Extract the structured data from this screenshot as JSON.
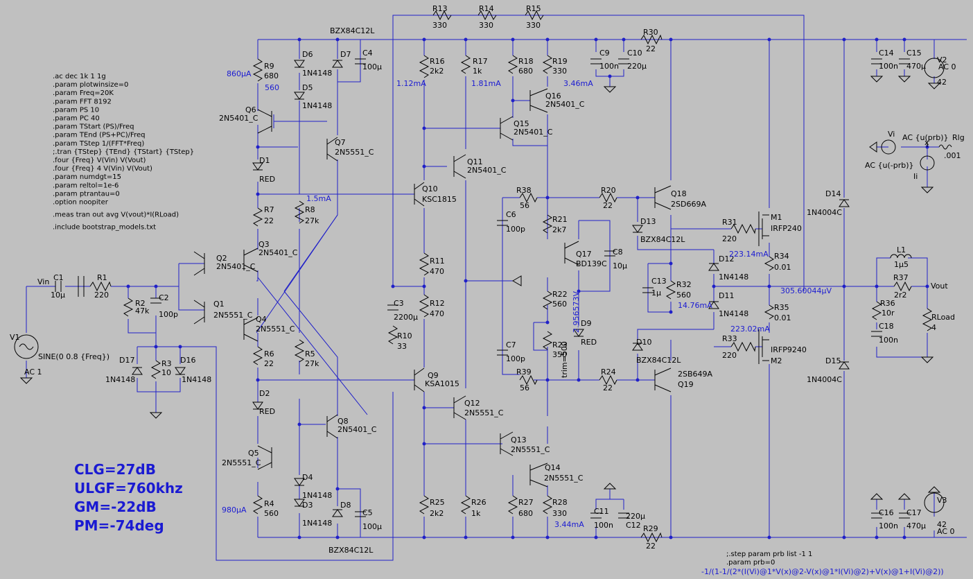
{
  "directives": [
    ".ac dec 1k 1 1g",
    ".param plotwinsize=0",
    ".param Freq=20K",
    ".param FFT 8192",
    ".param PS 10",
    ".param PC 40",
    ".param TStart (PS)/Freq",
    ".param TEnd (PS+PC)/Freq",
    ".param TStep 1/(FFT*Freq)",
    ";.tran {TStep} {TEnd} {TStart} {TStep}",
    ".four {Freq} V(Vin) V(Vout)",
    ".four {Freq} 4 V(Vin) V(Vout)",
    ".param numdgt=15",
    ".param reltol=1e-6",
    ".param ptrantau=0",
    ".option noopiter",
    ".meas tran out avg V(vout)*I(RLoad)",
    ".include bootstrap_models.txt"
  ],
  "results": {
    "clg": "CLG=27dB",
    "ulgf": "ULGF=760khz",
    "gm": "GM=-22dB",
    "pm": "PM=-74deg"
  },
  "step": {
    "line1": ";.step param prb list -1 1",
    "line2": ".param prb=0",
    "formula": "-1/(1-1/(2*(I(Vi)@1*V(x)@2-V(x)@1*I(Vi)@2)+V(x)@1+I(Vi)@2))"
  },
  "probes": {
    "i_r9": "860µA",
    "r9_v": "560",
    "i_r16": "1.12mA",
    "i_r17": "1.81mA",
    "i_r19": "3.46mA",
    "i_r8": "1.5mA",
    "i_r4": "980µA",
    "i_r28": "3.44mA",
    "i_r34": "223.14mA",
    "i_r35": "223.02mA",
    "i_r32": "14.76mA",
    "v_out": "305.60044µV",
    "v_trim": "2.956573V"
  },
  "labels": {
    "vin": "Vin",
    "vout": "Vout",
    "x": "x",
    "v1": "V1",
    "v1_val": "SINE(0 0.8 {Freq})",
    "v1_ac": "AC 1",
    "v2": "V2",
    "v2_ac": "AC 0",
    "v2_val": "42",
    "v3": "V3",
    "v3_val": "42",
    "v3_ac": "AC 0",
    "vi": "Vi",
    "vi_ac": "AC {u(prb)}",
    "ii": "Ii",
    "ii_ac": "AC {u(-prb)}",
    "rlg": "Rlg",
    "rlg_val": ".001",
    "c1": "C1",
    "c1_val": "10µ",
    "r1": "R1",
    "r1_val": "220",
    "r2": "R2",
    "r2_val": "47k",
    "c2": "C2",
    "c2_val": "100p",
    "r3": "R3",
    "r3_val": "10",
    "d16": "D16",
    "d16_val": "1N4148",
    "d17": "D17",
    "d17_val": "1N4148",
    "r9": "R9",
    "r9_val": "680",
    "d6": "D6",
    "d6_val": "1N4148",
    "d5": "D5",
    "d5_val": "1N4148",
    "d7": "D7",
    "d7_val": "BZX84C12L",
    "c4": "C4",
    "c4_val": "100µ",
    "q6": "Q6",
    "q6_val": "2N5401_C",
    "q7": "Q7",
    "q7_val": "2N5551_C",
    "d1": "D1",
    "d1_val": "RED",
    "r7": "R7",
    "r7_val": "22",
    "r8": "R8",
    "r8_val": "27k",
    "q2": "Q2",
    "q2_val": "2N5401_C",
    "q3": "Q3",
    "q3_val": "2N5401_C",
    "q1": "Q1",
    "q1_val": "2N5551_C",
    "q4": "Q4",
    "q4_val": "2N5551_C",
    "r6": "R6",
    "r6_val": "22",
    "r5": "R5",
    "r5_val": "27k",
    "d2": "D2",
    "d2_val": "RED",
    "q8": "Q8",
    "q8_val": "2N5401_C",
    "q5": "Q5",
    "q5_val": "2N5551_C",
    "d4": "D4",
    "d4_val": "1N4148",
    "d3": "D3",
    "d3_val": "1N4148",
    "r4": "R4",
    "r4_val": "560",
    "d8": "D8",
    "d8_val": "BZX84C12L",
    "c5": "C5",
    "c5_val": "100µ",
    "r13": "R13",
    "r13_val": "330",
    "r14": "R14",
    "r14_val": "330",
    "r15": "R15",
    "r15_val": "330",
    "r16": "R16",
    "r16_val": "2k2",
    "r17": "R17",
    "r17_val": "1k",
    "r18": "R18",
    "r18_val": "680",
    "r19": "R19",
    "r19_val": "330",
    "q16": "Q16",
    "q16_val": "2N5401_C",
    "q15": "Q15",
    "q15_val": "2N5401_C",
    "q11": "Q11",
    "q11_val": "2N5401_C",
    "q10": "Q10",
    "q10_val": "KSC1815",
    "r11": "R11",
    "r11_val": "470",
    "r12": "R12",
    "r12_val": "470",
    "c3": "C3",
    "c3_val": "2200µ",
    "r10": "R10",
    "r10_val": "33",
    "q9": "Q9",
    "q9_val": "KSA1015",
    "q12": "Q12",
    "q12_val": "2N5551_C",
    "q13": "Q13",
    "q13_val": "2N5551_C",
    "q14": "Q14",
    "q14_val": "2N5551_C",
    "r25": "R25",
    "r25_val": "2k2",
    "r26": "R26",
    "r26_val": "1k",
    "r27": "R27",
    "r27_val": "680",
    "r28": "R28",
    "r28_val": "330",
    "c9": "C9",
    "c9_val": "100n",
    "c10": "C10",
    "c10_val": "220µ",
    "r30": "R30",
    "r30_val": "22",
    "c11": "C11",
    "c11_val": "100n",
    "c12": "C12",
    "c12_val": "220µ",
    "r29": "R29",
    "r29_val": "22",
    "c14": "C14",
    "c14_val": "100n",
    "c15": "C15",
    "c15_val": "470µ",
    "c16": "C16",
    "c16_val": "100n",
    "c17": "C17",
    "c17_val": "470µ",
    "r38": "R38",
    "r38_val": "56",
    "c6": "C6",
    "c6_val": "100p",
    "r21": "R21",
    "r21_val": "2k7",
    "q17": "Q17",
    "q17_val": "BD139C",
    "c8": "C8",
    "c8_val": "10µ",
    "r22": "R22",
    "r22_val": "560",
    "d9": "D9",
    "d9_val": "RED",
    "r23": "R23",
    "r23_val": "350",
    "trim": "trim=500",
    "c7": "C7",
    "c7_val": "100p",
    "r39": "R39",
    "r39_val": "56",
    "r20": "R20",
    "r20_val": "22",
    "r24": "R24",
    "r24_val": "22",
    "q18": "Q18",
    "q18_val": "2SD669A",
    "q19": "Q19",
    "q19_val": "2SB649A",
    "d13": "D13",
    "d13_val": "BZX84C12L",
    "d10": "D10",
    "d10_val": "BZX84C12L",
    "c13": "C13",
    "c13_val": "1µ",
    "r32": "R32",
    "r32_val": "560",
    "d12": "D12",
    "d12_val": "1N4148",
    "d11": "D11",
    "d11_val": "1N4148",
    "r31": "R31",
    "r31_val": "220",
    "m1": "M1",
    "m1_val": "IRFP240",
    "r33": "R33",
    "r33_val": "220",
    "m2": "M2",
    "m2_val": "IRFP9240",
    "r34": "R34",
    "r34_val": "0.01",
    "r35": "R35",
    "r35_val": "0.01",
    "d14": "D14",
    "d14_val": "1N4004C",
    "d15": "D15",
    "d15_val": "1N4004C",
    "l1": "L1",
    "l1_val": "1µ5",
    "r37": "R37",
    "r37_val": "2r2",
    "r36": "R36",
    "r36_val": "10r",
    "c18": "C18",
    "c18_val": "100n",
    "rload": "RLoad",
    "rload_val": "4"
  }
}
